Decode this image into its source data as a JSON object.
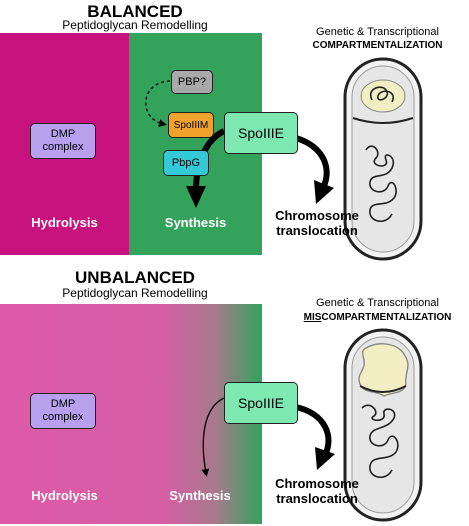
{
  "top": {
    "title": "BALANCED",
    "subtitle": "Peptidoglycan Remodelling",
    "hydrolysis_label": "Hydrolysis",
    "synthesis_label": "Synthesis",
    "dmp_box": "DMP\ncomplex",
    "pbp_box": "PBP?",
    "spoiiim_box": "SpoIIIM",
    "pbpg_box": "PbpG",
    "spoiiie_box": "SpoIIIE",
    "chromosome_label": "Chromosome\ntranslocation",
    "right_line1": "Genetic & Transcriptional",
    "right_line2": "COMPARTMENTALIZATION"
  },
  "bottom": {
    "title": "UNBALANCED",
    "subtitle": "Peptidoglycan Remodelling",
    "hydrolysis_label": "Hydrolysis",
    "synthesis_label": "Synthesis",
    "dmp_box": "DMP\ncomplex",
    "spoiiie_box": "SpoIIIE",
    "chromosome_label": "Chromosome\ntranslocation",
    "right_line1": "Genetic & Transcriptional",
    "right_line2_underlined": "MIS",
    "right_line2_rest": "COMPARTMENTALIZATION"
  },
  "colors": {
    "magenta": "#c8137f",
    "green": "#33a35c",
    "pink": "#dd5aa8",
    "dmp": "#b8a0ee",
    "pbp": "#a9a9a9",
    "spoiiim": "#f0a22b",
    "pbpg": "#33c9d6",
    "spoiiie": "#7ee8b2",
    "cell_fill": "#e6e6e6",
    "nucleoid": "#f1eec4"
  }
}
